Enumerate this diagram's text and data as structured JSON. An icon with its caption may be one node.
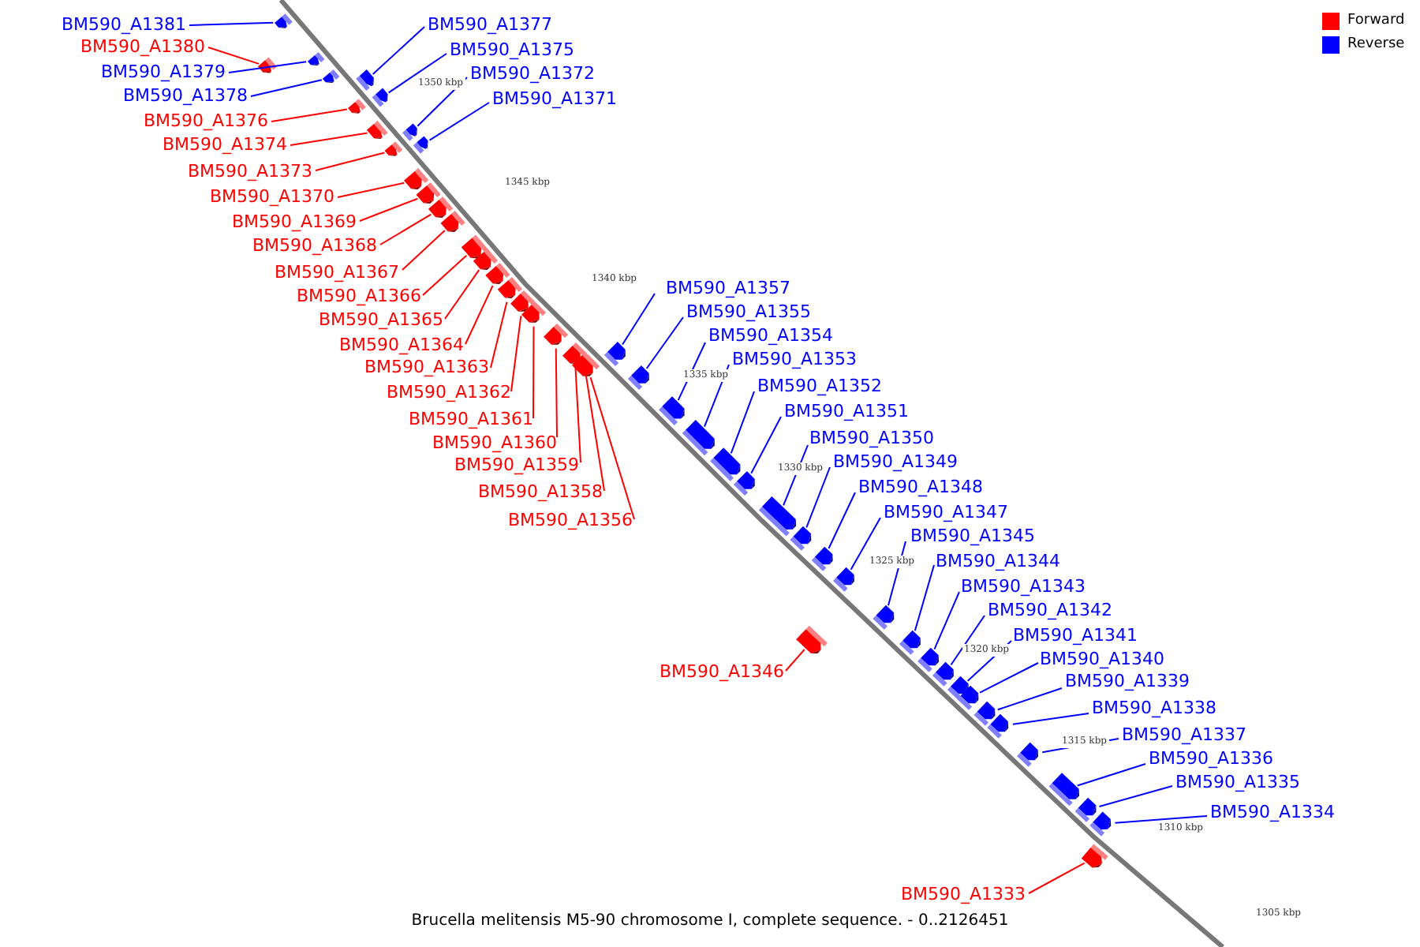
{
  "diagram": {
    "caption": "Brucella melitensis M5-90 chromosome I, complete sequence. - 0..2126451",
    "nodes": [
      {
        "text": [
          "BM590_A1381"
        ]
      },
      {
        "text": [
          "BM590_A1377"
        ]
      },
      {
        "text": [
          "BM590_A1380"
        ]
      },
      {
        "text": [
          "BM590_A1375"
        ]
      },
      {
        "text": [
          "BM590_A1379"
        ]
      },
      {
        "text": [
          "BM590_A1372"
        ]
      },
      {
        "text": [
          "BM590_A1378"
        ]
      },
      {
        "text": [
          "BM590_A1371"
        ]
      },
      {
        "text": [
          "BM590_A1376"
        ]
      },
      {
        "text": [
          "BM590_A1374"
        ]
      },
      {
        "text": [
          "BM590_A1373"
        ]
      },
      {
        "text": [
          "BM590_A1370"
        ]
      },
      {
        "text": [
          "BM590_A1369"
        ]
      },
      {
        "text": [
          "BM590_A1368"
        ]
      },
      {
        "text": [
          "BM590_A1367"
        ]
      },
      {
        "text": [
          "BM590_A1366"
        ]
      },
      {
        "text": [
          "BM590_A1357"
        ]
      },
      {
        "text": [
          "BM590_A1355"
        ]
      },
      {
        "text": [
          "BM590_A1365"
        ]
      },
      {
        "text": [
          "BM590_A1354"
        ]
      },
      {
        "text": [
          "BM590_A1364"
        ]
      },
      {
        "text": [
          "BM590_A1353"
        ]
      },
      {
        "text": [
          "BM590_A1363"
        ]
      },
      {
        "text": [
          "BM590_A1352"
        ]
      },
      {
        "text": [
          "BM590_A1362"
        ]
      },
      {
        "text": [
          "BM590_A1351"
        ]
      },
      {
        "text": [
          "BM590_A1361"
        ]
      },
      {
        "text": [
          "BM590_A1350"
        ]
      },
      {
        "text": [
          "BM590_A1360"
        ]
      },
      {
        "text": [
          "BM590_A1349"
        ]
      },
      {
        "text": [
          "BM590_A1359"
        ]
      },
      {
        "text": [
          "BM590_A1348"
        ]
      },
      {
        "text": [
          "BM590_A1358"
        ]
      },
      {
        "text": [
          "BM590_A1347"
        ]
      },
      {
        "text": [
          "BM590_A1356"
        ]
      },
      {
        "text": [
          "BM590_A1345"
        ]
      },
      {
        "text": [
          "BM590_A1344"
        ]
      },
      {
        "text": [
          "BM590_A1343"
        ]
      },
      {
        "text": [
          "BM590_A1342"
        ]
      },
      {
        "text": [
          "BM590_A1341"
        ]
      },
      {
        "text": [
          "BM590_A1340"
        ]
      },
      {
        "text": [
          "BM590_A1346"
        ]
      },
      {
        "text": [
          "BM590_A1339"
        ]
      },
      {
        "text": [
          "BM590_A1338"
        ]
      },
      {
        "text": [
          "BM590_A1337"
        ]
      },
      {
        "text": [
          "BM590_A1336"
        ]
      },
      {
        "text": [
          "BM590_A1335"
        ]
      },
      {
        "text": [
          "BM590_A1334"
        ]
      },
      {
        "text": [
          "BM590_A1333"
        ]
      },
      {
        "text": [],
        "shape": "bar"
      },
      {
        "text": [],
        "shape": "bar"
      },
      {
        "text": [],
        "shape": "bar"
      },
      {
        "text": [],
        "shape": "bar"
      },
      {
        "text": [],
        "shape": "bar"
      },
      {
        "text": [],
        "shape": "bar"
      },
      {
        "text": [],
        "shape": "bar"
      },
      {
        "text": [],
        "shape": "bar"
      },
      {
        "text": [],
        "shape": "bar"
      },
      {
        "text": [],
        "shape": "bar"
      },
      {
        "text": [],
        "shape": "bar"
      },
      {
        "text": [],
        "shape": "bar"
      },
      {
        "text": [],
        "shape": "bar"
      },
      {
        "text": [],
        "shape": "bar"
      },
      {
        "text": [],
        "shape": "bar"
      },
      {
        "text": [],
        "shape": "bar"
      },
      {
        "text": [],
        "shape": "bar"
      },
      {
        "text": [],
        "shape": "bar"
      },
      {
        "text": [],
        "shape": "bar"
      },
      {
        "text": [],
        "shape": "bar"
      },
      {
        "text": [],
        "shape": "bar"
      },
      {
        "text": [],
        "shape": "bar"
      },
      {
        "text": [],
        "shape": "bar"
      },
      {
        "text": [],
        "shape": "bar"
      },
      {
        "text": [],
        "shape": "bar"
      },
      {
        "text": [],
        "shape": "bar"
      },
      {
        "text": [],
        "shape": "bar"
      },
      {
        "text": [],
        "shape": "bar"
      },
      {
        "text": [],
        "shape": "bar"
      },
      {
        "text": [],
        "shape": "bar"
      },
      {
        "text": [],
        "shape": "bar"
      },
      {
        "text": [],
        "shape": "bar"
      },
      {
        "text": [],
        "shape": "bar"
      },
      {
        "text": [],
        "shape": "bar"
      },
      {
        "text": [],
        "shape": "bar"
      },
      {
        "text": [],
        "shape": "bar"
      },
      {
        "text": [],
        "shape": "bar"
      },
      {
        "text": [],
        "shape": "bar"
      },
      {
        "text": [],
        "shape": "bar"
      },
      {
        "text": [],
        "shape": "bar"
      },
      {
        "text": [],
        "shape": "bar"
      },
      {
        "text": [],
        "shape": "bar"
      },
      {
        "text": [],
        "shape": "bar"
      },
      {
        "text": [],
        "shape": "bar"
      },
      {
        "text": [],
        "shape": "bar"
      },
      {
        "text": [],
        "shape": "bar"
      },
      {
        "text": [],
        "shape": "bar"
      },
      {
        "text": [],
        "shape": "bar"
      },
      {
        "text": [],
        "shape": "bar"
      }
    ],
    "edges": [
      {
        "from": 0,
        "to": 49,
        "arrow": "none"
      },
      {
        "from": 1,
        "to": 50,
        "arrow": "none"
      },
      {
        "from": 2,
        "to": 51,
        "arrow": "none",
        "color": "#ff0000"
      },
      {
        "from": 3,
        "to": 52,
        "arrow": "none"
      },
      {
        "from": 4,
        "to": 53,
        "arrow": "none"
      },
      {
        "from": 5,
        "to": 54,
        "arrow": "none"
      },
      {
        "from": 6,
        "to": 55,
        "arrow": "none"
      },
      {
        "from": 7,
        "to": 56,
        "arrow": "none"
      },
      {
        "from": 8,
        "to": 57,
        "arrow": "none",
        "color": "#ff0000"
      },
      {
        "from": 9,
        "to": 58,
        "arrow": "none",
        "color": "#ff0000"
      },
      {
        "from": 10,
        "to": 59,
        "arrow": "none",
        "color": "#ff0000"
      },
      {
        "from": 11,
        "to": 60,
        "arrow": "none",
        "color": "#ff0000"
      },
      {
        "from": 12,
        "to": 61,
        "arrow": "none",
        "color": "#ff0000"
      },
      {
        "from": 13,
        "to": 62,
        "arrow": "none",
        "color": "#ff0000"
      },
      {
        "from": 14,
        "to": 63,
        "arrow": "none",
        "color": "#ff0000"
      },
      {
        "from": 15,
        "to": 64,
        "arrow": "none",
        "color": "#ff0000"
      },
      {
        "from": 16,
        "to": 65,
        "arrow": "none"
      },
      {
        "from": 17,
        "to": 66,
        "arrow": "none"
      },
      {
        "from": 18,
        "to": 67,
        "arrow": "none",
        "color": "#ff0000"
      },
      {
        "from": 19,
        "to": 68,
        "arrow": "none"
      },
      {
        "from": 20,
        "to": 69,
        "arrow": "none",
        "color": "#ff0000"
      },
      {
        "from": 21,
        "to": 70,
        "arrow": "none"
      },
      {
        "from": 22,
        "to": 71,
        "arrow": "none",
        "color": "#ff0000"
      },
      {
        "from": 23,
        "to": 72,
        "arrow": "none"
      },
      {
        "from": 24,
        "to": 73,
        "arrow": "none",
        "color": "#ff0000"
      },
      {
        "from": 25,
        "to": 74,
        "arrow": "none"
      },
      {
        "from": 26,
        "to": 75,
        "arrow": "none",
        "color": "#ff0000"
      },
      {
        "from": 27,
        "to": 76,
        "arrow": "none"
      },
      {
        "from": 28,
        "to": 77,
        "arrow": "none",
        "color": "#ff0000"
      },
      {
        "from": 29,
        "to": 78,
        "arrow": "none"
      },
      {
        "from": 30,
        "to": 79,
        "arrow": "none",
        "color": "#ff0000"
      },
      {
        "from": 31,
        "to": 80,
        "arrow": "none"
      },
      {
        "from": 32,
        "to": 81,
        "arrow": "none",
        "color": "#ff0000"
      },
      {
        "from": 33,
        "to": 82,
        "arrow": "none"
      },
      {
        "from": 34,
        "to": 83,
        "arrow": "none",
        "color": "#ff0000"
      },
      {
        "from": 35,
        "to": 84,
        "arrow": "none"
      },
      {
        "from": 36,
        "to": 85,
        "arrow": "none"
      },
      {
        "from": 37,
        "to": 86,
        "arrow": "none"
      },
      {
        "from": 38,
        "to": 87,
        "arrow": "none"
      },
      {
        "from": 39,
        "to": 88,
        "arrow": "none"
      },
      {
        "from": 40,
        "to": 89,
        "arrow": "none"
      },
      {
        "from": 41,
        "to": 90,
        "arrow": "none",
        "color": "#ff0000"
      },
      {
        "from": 42,
        "to": 91,
        "arrow": "none"
      },
      {
        "from": 43,
        "to": 92,
        "arrow": "none"
      },
      {
        "from": 44,
        "to": 93,
        "arrow": "none"
      },
      {
        "from": 45,
        "to": 94,
        "arrow": "none"
      },
      {
        "from": 46,
        "to": 95,
        "arrow": "none"
      },
      {
        "from": 47,
        "to": 96,
        "arrow": "none"
      },
      {
        "from": 48,
        "to": 97,
        "arrow": "none",
        "color": "#ff0000"
      }
    ],
    "labels": [
      "1350 kbp",
      "1345 kbp",
      "1340 kbp",
      "1335 kbp",
      "1330 kbp",
      "1325 kbp",
      "1320 kbp",
      "1315 kbp",
      "1310 kbp",
      "1305 kbp"
    ],
    "legend": [
      {
        "text": "Forward",
        "color": "#ff0000"
      },
      {
        "text": "Reverse",
        "color": "#0000ff"
      }
    ]
  }
}
